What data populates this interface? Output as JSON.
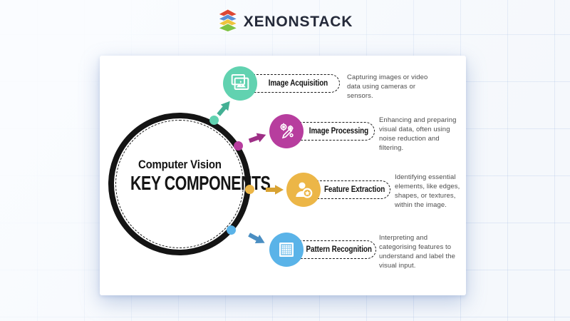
{
  "logo": {
    "text": "XENONSTACK",
    "icon": "stacked-layers-icon",
    "layer_colors": [
      "#dd4734",
      "#5b8fd6",
      "#eec33d",
      "#7dc244"
    ],
    "text_color": "#252a3a"
  },
  "diagram": {
    "title_line1": "Computer Vision",
    "title_line2": "KEY COMPONENTS",
    "ring_color": "#141414",
    "components": [
      {
        "label": "Image Acquisition",
        "description": "Capturing images or video data using cameras or sensors.",
        "color": "#61d2b0",
        "arrow_color": "#43b094",
        "icon": "image-acquisition-icon"
      },
      {
        "label": "Image Processing",
        "description": "Enhancing and preparing visual data, often using noise reduction and filtering.",
        "color": "#b73d9e",
        "arrow_color": "#9e2f86",
        "icon": "image-processing-icon"
      },
      {
        "label": "Feature Extraction",
        "description": "Identifying essential elements, like edges, shapes, or textures, within the image.",
        "color": "#ecb647",
        "arrow_color": "#d8a232",
        "icon": "feature-extraction-icon"
      },
      {
        "label": "Pattern Recognition",
        "description": "Interpreting and categorising features to understand and label the visual input.",
        "color": "#5ab3e8",
        "arrow_color": "#4a8ec2",
        "icon": "pattern-recognition-icon"
      }
    ]
  }
}
